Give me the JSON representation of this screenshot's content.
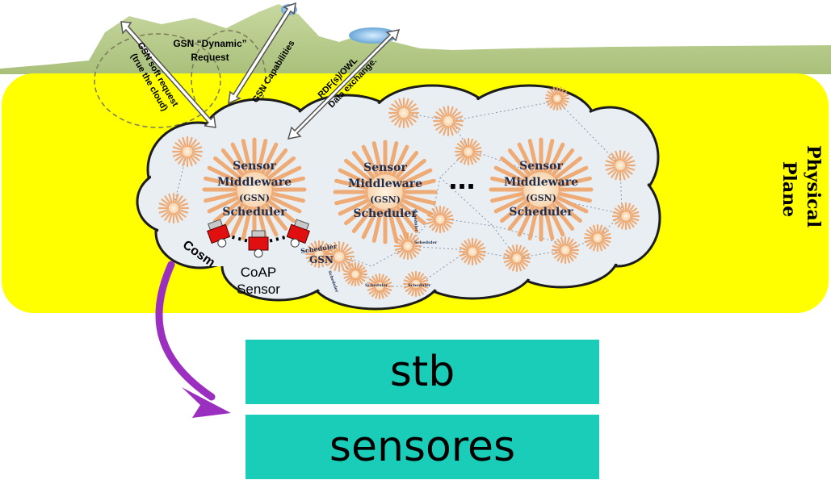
{
  "arrows": {
    "dynamic_request": "GSN “Dynamic”\nRequest",
    "soft_request": "GSN soft request\n(true the cloud)",
    "capabilities": "GSN Capabilities",
    "rdf": "RDF(s)/OWL\nData exchange."
  },
  "plane": {
    "label_line1": "Physical",
    "label_line2": "Plane"
  },
  "middleware": [
    {
      "line1": "Sensor",
      "line2": "Middleware",
      "line3": "(GSN)",
      "line4": "Scheduler"
    },
    {
      "line1": "Sensor",
      "line2": "Middleware",
      "line3": "(GSN)",
      "line4": "Scheduler"
    },
    {
      "line1": "Sensor",
      "line2": "Middleware",
      "line3": "(GSN)",
      "line4": "Scheduler"
    }
  ],
  "ellipsis": "...",
  "small_labels": {
    "cosm": "Cosm",
    "coap_line1": "CoAP",
    "coap_line2": "Sensor",
    "scheduler_gsn_line1": "Scheduler",
    "scheduler_gsn_line2": "GSN",
    "tiny_scheduler": "Scheduler"
  },
  "boxes": {
    "stb": "stb",
    "sensores": "sensores"
  },
  "colors": {
    "plane": "#ffff00",
    "cloud": "#e9eef3",
    "burst": "#f0a060",
    "box": "#19cdb8",
    "arrow_purple": "#9b2fc0",
    "sensor_red": "#e01010"
  }
}
